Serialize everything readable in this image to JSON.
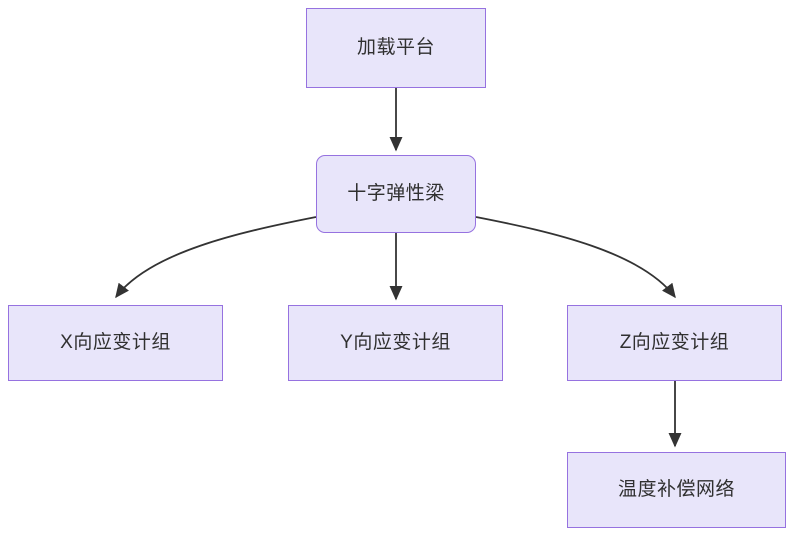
{
  "diagram": {
    "type": "flowchart",
    "direction": "top-down",
    "background_color": "#ffffff",
    "node_fill_color": "#e8e5fa",
    "node_border_color": "#9672e0",
    "node_text_color": "#303030",
    "edge_color": "#333333",
    "nodes": [
      {
        "id": "load-platform",
        "label": "加载平台",
        "shape": "rectangle"
      },
      {
        "id": "cross-beam",
        "label": "十字弹性梁",
        "shape": "rounded-rectangle"
      },
      {
        "id": "x-strain",
        "label": "X向应变计组",
        "shape": "rectangle"
      },
      {
        "id": "y-strain",
        "label": "Y向应变计组",
        "shape": "rectangle"
      },
      {
        "id": "z-strain",
        "label": "Z向应变计组",
        "shape": "rectangle"
      },
      {
        "id": "temp-comp",
        "label": "温度补偿网络",
        "shape": "rectangle"
      }
    ],
    "edges": [
      {
        "from": "load-platform",
        "to": "cross-beam",
        "style": "straight",
        "arrow": "end"
      },
      {
        "from": "cross-beam",
        "to": "x-strain",
        "style": "curved",
        "arrow": "end"
      },
      {
        "from": "cross-beam",
        "to": "y-strain",
        "style": "straight",
        "arrow": "end"
      },
      {
        "from": "cross-beam",
        "to": "z-strain",
        "style": "curved",
        "arrow": "end"
      },
      {
        "from": "z-strain",
        "to": "temp-comp",
        "style": "straight",
        "arrow": "end"
      }
    ]
  }
}
